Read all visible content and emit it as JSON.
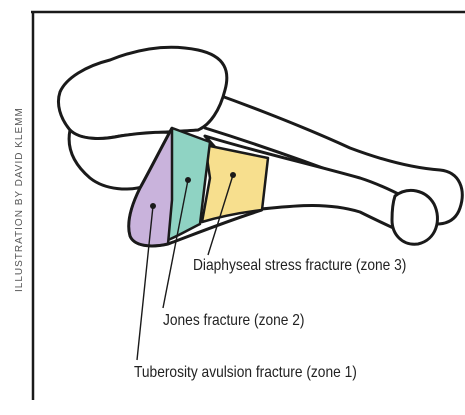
{
  "credit": "ILLUSTRATION BY DAVID KLEMM",
  "labels": {
    "zone3": "Diaphyseal stress fracture (zone 3)",
    "zone2": "Jones fracture (zone 2)",
    "zone1": "Tuberosity avulsion fracture (zone 1)"
  },
  "colors": {
    "zone1": "#c9b3dc",
    "zone2": "#8fd3c3",
    "zone3": "#f7df8e",
    "outline": "#1a1a1a",
    "bone": "#ffffff"
  }
}
